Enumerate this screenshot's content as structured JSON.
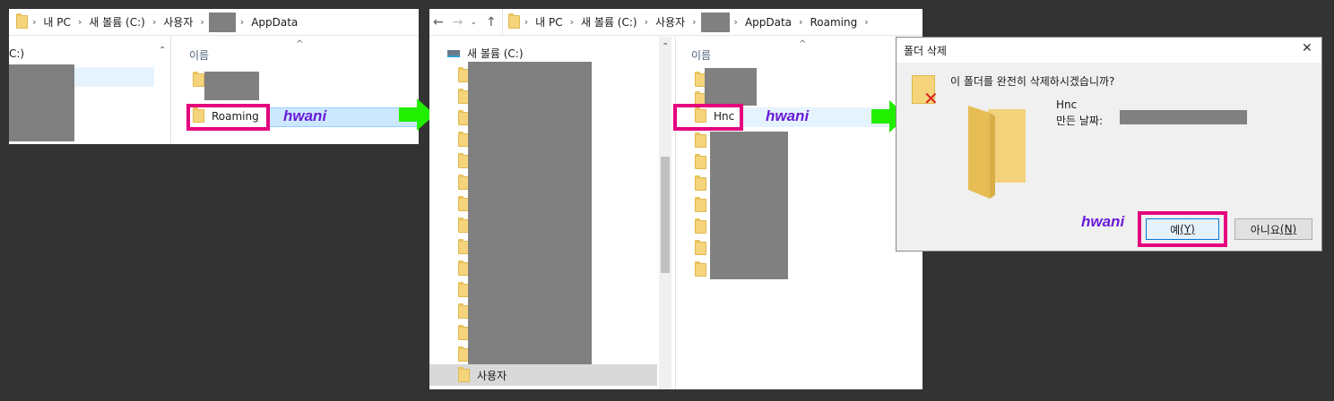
{
  "panel1": {
    "breadcrumb": [
      "내 PC",
      "새 볼륨 (C:)",
      "사용자",
      "AppData"
    ],
    "nav_drive_label": "C:)",
    "column_name": "이름",
    "selected_folder": "Roaming"
  },
  "panel2": {
    "breadcrumb": [
      "내 PC",
      "새 볼륨 (C:)",
      "사용자",
      "AppData",
      "Roaming"
    ],
    "nav_drive_label": "새 볼륨 (C:)",
    "nav_bottom_item": "사용자",
    "column_name": "이름",
    "selected_folder": "Hnc"
  },
  "dialog": {
    "title": "폴더 삭제",
    "question": "이 폴더를 완전히 삭제하시겠습니까?",
    "item_name": "Hnc",
    "created_label": "만든 날짜:",
    "yes_label": "예",
    "yes_key": "(Y)",
    "no_label": "아니요",
    "no_key": "(N)",
    "close_glyph": "✕"
  },
  "watermark": "hwani",
  "colors": {
    "highlight_border": "#e5007e",
    "arrow": "#22ee00",
    "watermark": "#6a1bd8"
  }
}
